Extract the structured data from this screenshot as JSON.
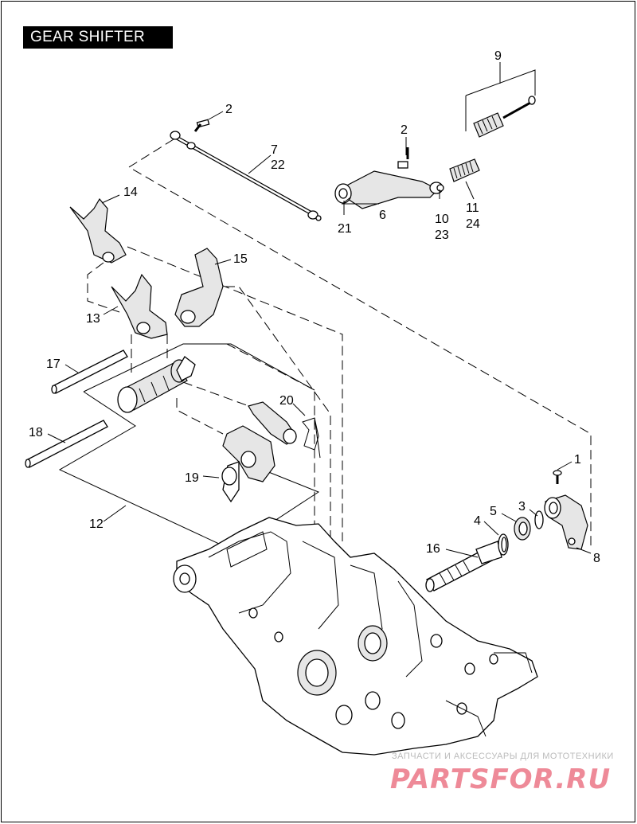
{
  "title": "GEAR SHIFTER",
  "callouts": {
    "c1": "1",
    "c2a": "2",
    "c2b": "2",
    "c3": "3",
    "c4": "4",
    "c5": "5",
    "c6": "6",
    "c7": "7",
    "c8": "8",
    "c9": "9",
    "c10": "10",
    "c11": "11",
    "c12": "12",
    "c13": "13",
    "c14": "14",
    "c15": "15",
    "c16": "16",
    "c17": "17",
    "c18": "18",
    "c19": "19",
    "c20": "20",
    "c21": "21",
    "c22": "22",
    "c23": "23",
    "c24": "24"
  },
  "watermark": {
    "line1": "ЗАПЧАСТИ И АКСЕССУАРЫ ДЛЯ МОТОТЕХНИКИ",
    "brand": "PARTSFOR.RU"
  },
  "colors": {
    "ink": "#000000",
    "watermark_brand": "#ee8a98",
    "watermark_text": "#bbbbbb"
  }
}
